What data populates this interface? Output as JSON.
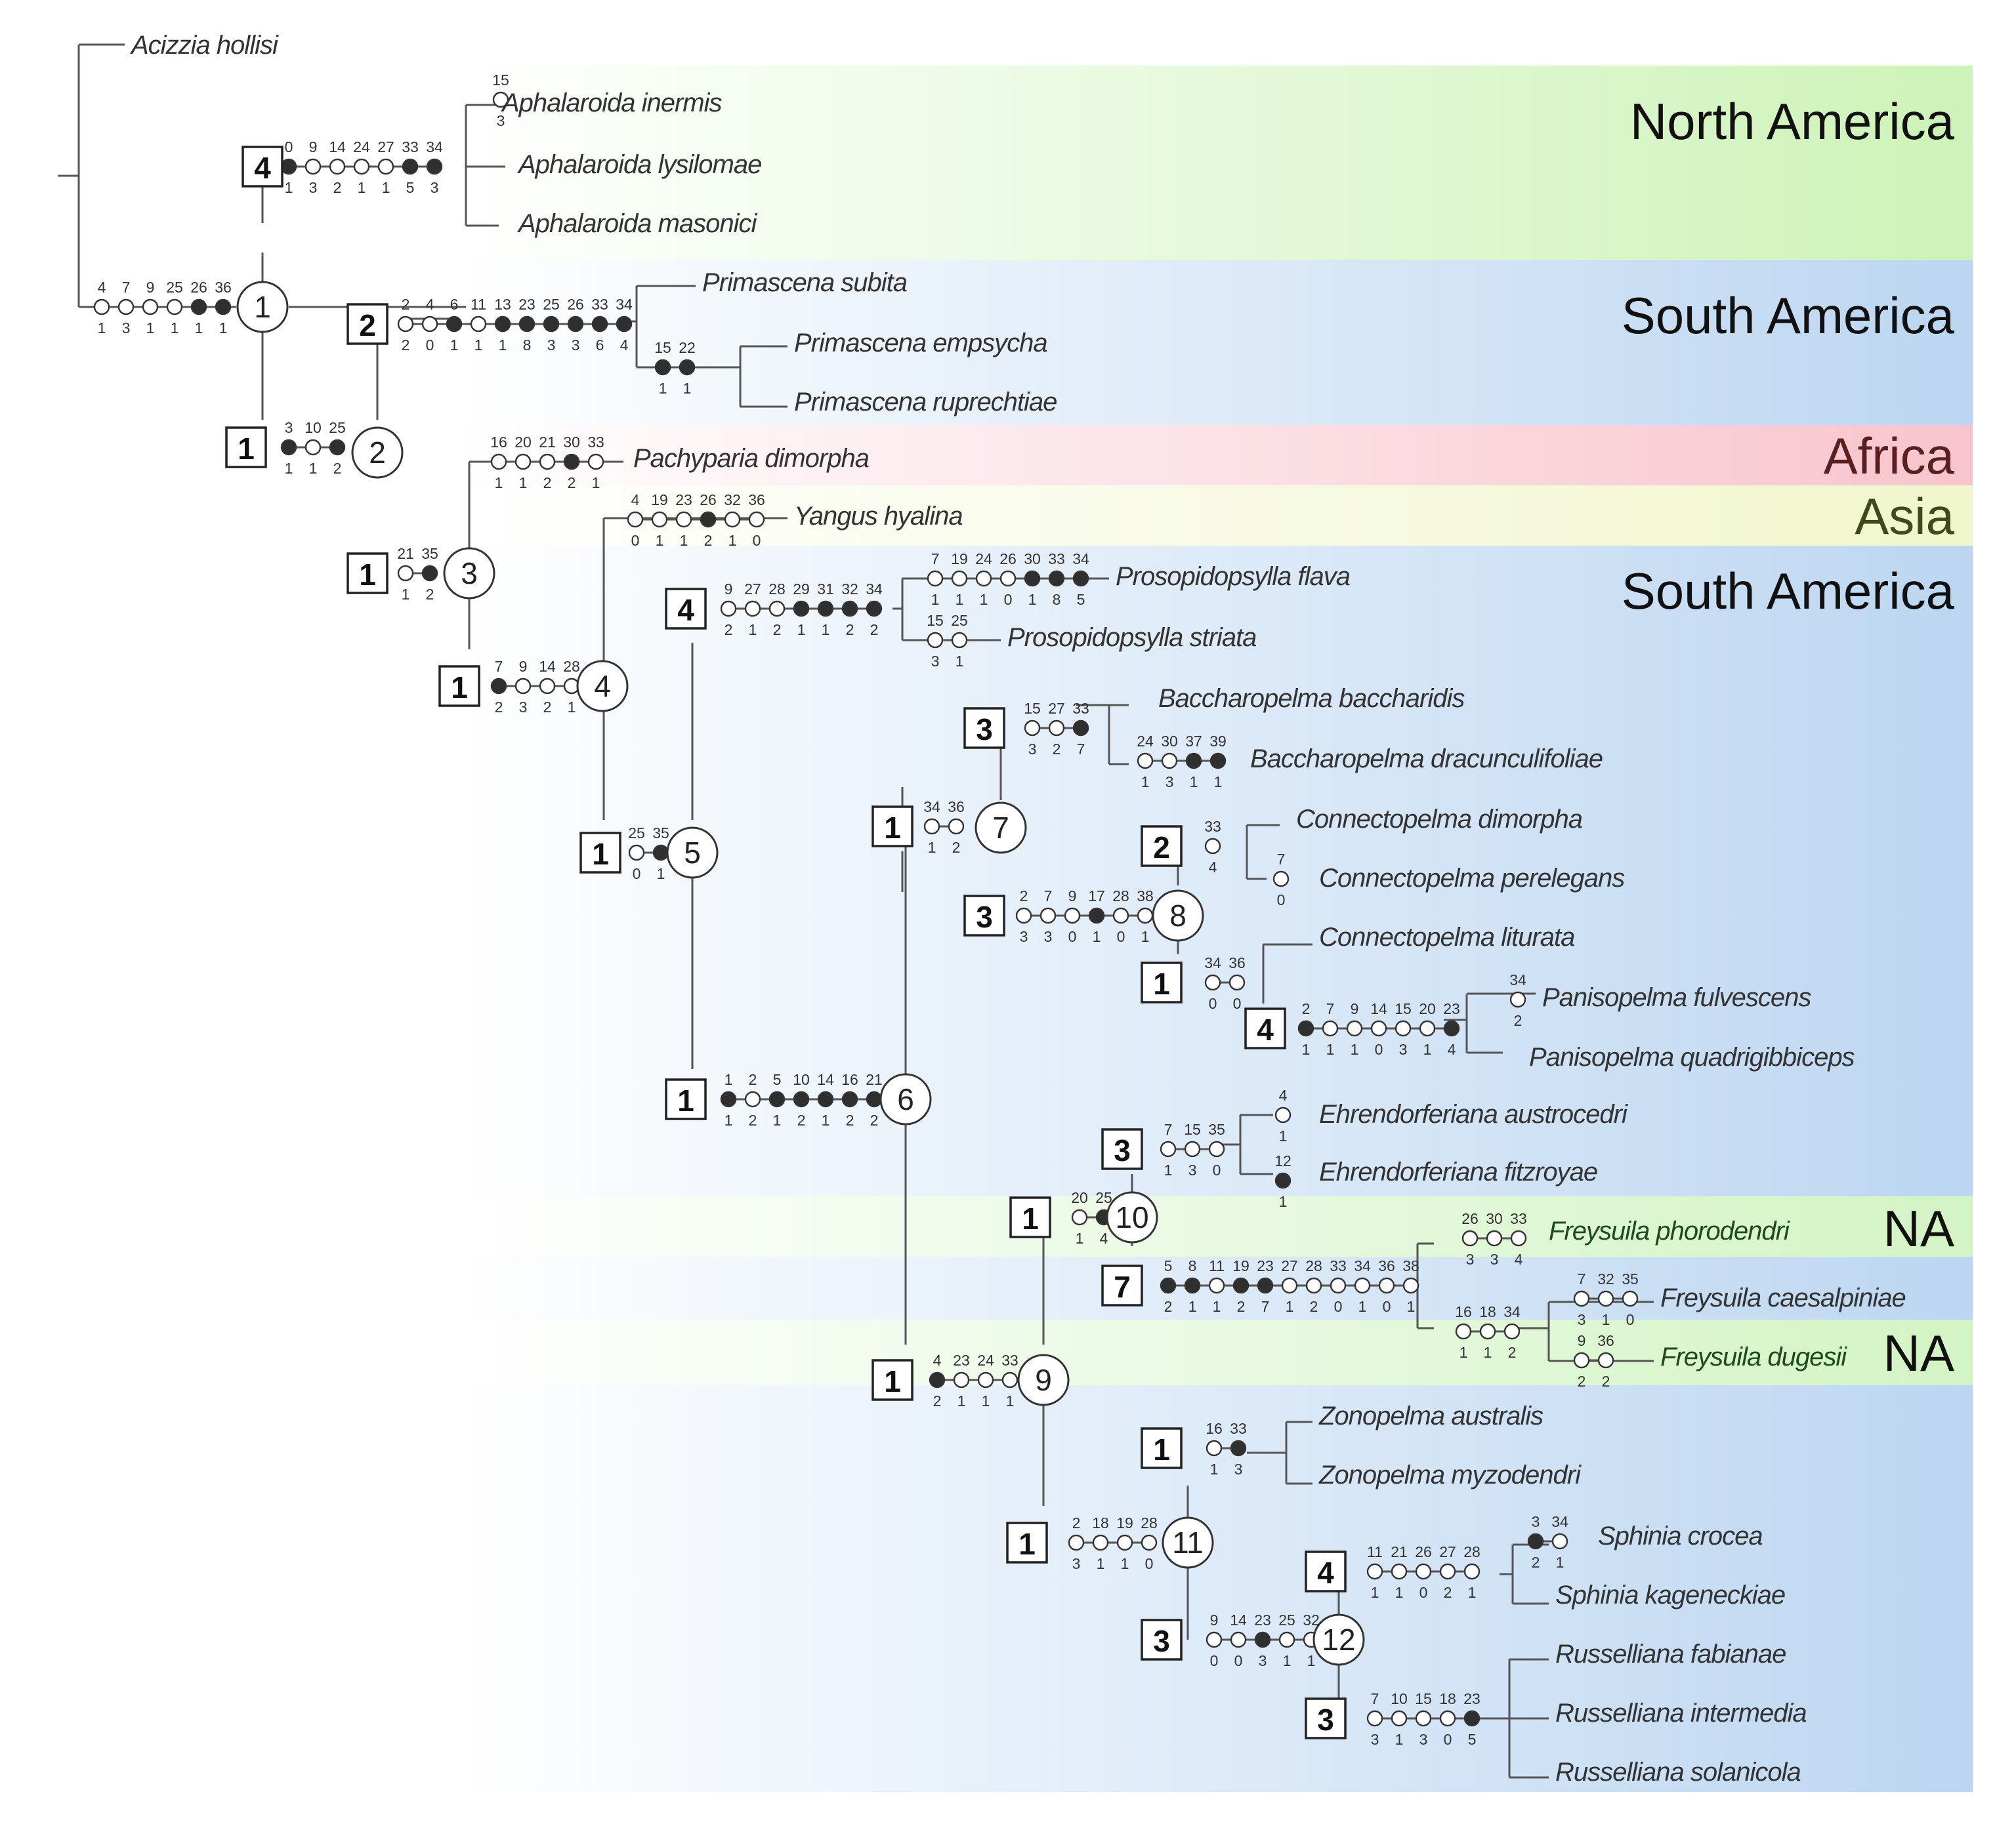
{
  "regions": [
    {
      "label": "North America",
      "color": "#cdf3b8"
    },
    {
      "label": "South America",
      "color": "#bcd6f1"
    },
    {
      "label": "Africa",
      "color": "#f8c4cd"
    },
    {
      "label": "Asia",
      "color": "#f1f6cc"
    },
    {
      "label": "South America",
      "color": "#bcd6f1"
    },
    {
      "label": "NA",
      "color": "#d3f4c4"
    },
    {
      "label": "NA",
      "color": "#d3f4c4"
    }
  ],
  "taxa": [
    "Acizzia hollisi",
    "Aphalaroida inermis",
    "Aphalaroida lysilomae",
    "Aphalaroida masonici",
    "Primascena subita",
    "Primascena empsycha",
    "Primascena ruprechtiae",
    "Pachyparia dimorpha",
    "Yangus hyalina",
    "Prosopidopsylla flava",
    "Prosopidopsylla striata",
    "Baccharopelma baccharidis",
    "Baccharopelma dracunculifoliae",
    "Connectopelma dimorpha",
    "Connectopelma perelegans",
    "Connectopelma liturata",
    "Panisopelma fulvescens",
    "Panisopelma quadrigibbiceps",
    "Ehrendorferiana austrocedri",
    "Ehrendorferiana fitzroyae",
    "Freysuila phorodendri",
    "Freysuila caesalpiniae",
    "Freysuila dugesii",
    "Zonopelma australis",
    "Zonopelma myzodendri",
    "Sphinia crocea",
    "Sphinia kageneckiae",
    "Russelliana fabianae",
    "Russelliana intermedia",
    "Russelliana solanicola"
  ],
  "nodes": [
    "1",
    "2",
    "3",
    "4",
    "5",
    "6",
    "7",
    "8",
    "9",
    "10",
    "11",
    "12"
  ],
  "support_values": [
    "4",
    "2",
    "1",
    "1",
    "1",
    "4",
    "1",
    "3",
    "1",
    "3",
    "2",
    "1",
    "1",
    "4",
    "3",
    "1",
    "7",
    "1",
    "1",
    "1",
    "3",
    "4",
    "3"
  ],
  "character_groups": [
    {
      "chars": [
        "0",
        "9",
        "14",
        "24",
        "27",
        "33",
        "34"
      ],
      "states": [
        "1",
        "3",
        "2",
        "1",
        "1",
        "5",
        "3"
      ]
    },
    {
      "chars": [
        "15"
      ],
      "states": [
        "3"
      ]
    },
    {
      "chars": [
        "4",
        "7",
        "9",
        "25",
        "26",
        "36"
      ],
      "states": [
        "1",
        "3",
        "1",
        "1",
        "1",
        "1"
      ]
    },
    {
      "chars": [
        "2",
        "4",
        "6",
        "11",
        "13",
        "23",
        "25",
        "26",
        "33",
        "34"
      ],
      "states": [
        "2",
        "0",
        "1",
        "1",
        "1",
        "8",
        "3",
        "3",
        "6",
        "4"
      ]
    },
    {
      "chars": [
        "15",
        "22"
      ],
      "states": [
        "1",
        "1"
      ]
    },
    {
      "chars": [
        "3",
        "10",
        "25"
      ],
      "states": [
        "1",
        "1",
        "2"
      ]
    },
    {
      "chars": [
        "16",
        "20",
        "21",
        "30",
        "33"
      ],
      "states": [
        "1",
        "1",
        "2",
        "2",
        "1"
      ]
    },
    {
      "chars": [
        "4",
        "19",
        "23",
        "26",
        "32",
        "36"
      ],
      "states": [
        "0",
        "1",
        "1",
        "2",
        "1",
        "0"
      ]
    },
    {
      "chars": [
        "21",
        "35"
      ],
      "states": [
        "1",
        "2"
      ]
    },
    {
      "chars": [
        "7",
        "19",
        "24",
        "26",
        "30",
        "33",
        "34"
      ],
      "states": [
        "1",
        "1",
        "1",
        "0",
        "1",
        "8",
        "5"
      ]
    },
    {
      "chars": [
        "15",
        "25"
      ],
      "states": [
        "3",
        "1"
      ]
    },
    {
      "chars": [
        "9",
        "27",
        "28",
        "29",
        "31",
        "32",
        "34"
      ],
      "states": [
        "2",
        "1",
        "2",
        "1",
        "1",
        "2",
        "2"
      ]
    },
    {
      "chars": [
        "7",
        "9",
        "14",
        "28"
      ],
      "states": [
        "2",
        "3",
        "2",
        "1"
      ]
    },
    {
      "chars": [
        "15",
        "27",
        "33"
      ],
      "states": [
        "3",
        "2",
        "7"
      ]
    },
    {
      "chars": [
        "24",
        "30",
        "37",
        "39"
      ],
      "states": [
        "1",
        "3",
        "1",
        "1"
      ]
    },
    {
      "chars": [
        "34",
        "36"
      ],
      "states": [
        "1",
        "2"
      ]
    },
    {
      "chars": [
        "25",
        "35"
      ],
      "states": [
        "0",
        "1"
      ]
    },
    {
      "chars": [
        "33"
      ],
      "states": [
        "4"
      ]
    },
    {
      "chars": [
        "7"
      ],
      "states": [
        "0"
      ]
    },
    {
      "chars": [
        "2",
        "7",
        "9",
        "17",
        "28",
        "38"
      ],
      "states": [
        "3",
        "3",
        "0",
        "1",
        "0",
        "1"
      ]
    },
    {
      "chars": [
        "34",
        "36"
      ],
      "states": [
        "0",
        "0"
      ]
    },
    {
      "chars": [
        "34"
      ],
      "states": [
        "2"
      ]
    },
    {
      "chars": [
        "2",
        "7",
        "9",
        "14",
        "15",
        "20",
        "23"
      ],
      "states": [
        "1",
        "1",
        "1",
        "0",
        "3",
        "1",
        "4"
      ]
    },
    {
      "chars": [
        "1",
        "2",
        "5",
        "10",
        "14",
        "16",
        "21"
      ],
      "states": [
        "1",
        "2",
        "1",
        "2",
        "1",
        "2",
        "2"
      ]
    },
    {
      "chars": [
        "7",
        "15",
        "35"
      ],
      "states": [
        "1",
        "3",
        "0"
      ]
    },
    {
      "chars": [
        "4"
      ],
      "states": [
        "1"
      ]
    },
    {
      "chars": [
        "12"
      ],
      "states": [
        "1"
      ]
    },
    {
      "chars": [
        "20",
        "25"
      ],
      "states": [
        "1",
        "4"
      ]
    },
    {
      "chars": [
        "26",
        "30",
        "33"
      ],
      "states": [
        "3",
        "3",
        "4"
      ]
    },
    {
      "chars": [
        "5",
        "8",
        "11",
        "19",
        "23",
        "27",
        "28",
        "33",
        "34",
        "36",
        "38"
      ],
      "states": [
        "2",
        "1",
        "1",
        "2",
        "7",
        "1",
        "2",
        "0",
        "1",
        "0",
        "1"
      ]
    },
    {
      "chars": [
        "7",
        "32",
        "35"
      ],
      "states": [
        "3",
        "1",
        "0"
      ]
    },
    {
      "chars": [
        "16",
        "18",
        "34"
      ],
      "states": [
        "1",
        "1",
        "2"
      ]
    },
    {
      "chars": [
        "9",
        "36"
      ],
      "states": [
        "2",
        "2"
      ]
    },
    {
      "chars": [
        "4",
        "23",
        "24",
        "33"
      ],
      "states": [
        "2",
        "1",
        "1",
        "1"
      ]
    },
    {
      "chars": [
        "16",
        "33"
      ],
      "states": [
        "1",
        "3"
      ]
    },
    {
      "chars": [
        "3",
        "34"
      ],
      "states": [
        "2",
        "1"
      ]
    },
    {
      "chars": [
        "11",
        "21",
        "26",
        "27",
        "28"
      ],
      "states": [
        "1",
        "1",
        "0",
        "2",
        "1"
      ]
    },
    {
      "chars": [
        "2",
        "18",
        "19",
        "28"
      ],
      "states": [
        "3",
        "1",
        "1",
        "0"
      ]
    },
    {
      "chars": [
        "9",
        "14",
        "23",
        "25",
        "32"
      ],
      "states": [
        "0",
        "0",
        "3",
        "1",
        "1"
      ]
    },
    {
      "chars": [
        "7",
        "10",
        "15",
        "18",
        "23"
      ],
      "states": [
        "3",
        "1",
        "3",
        "0",
        "5"
      ]
    }
  ]
}
